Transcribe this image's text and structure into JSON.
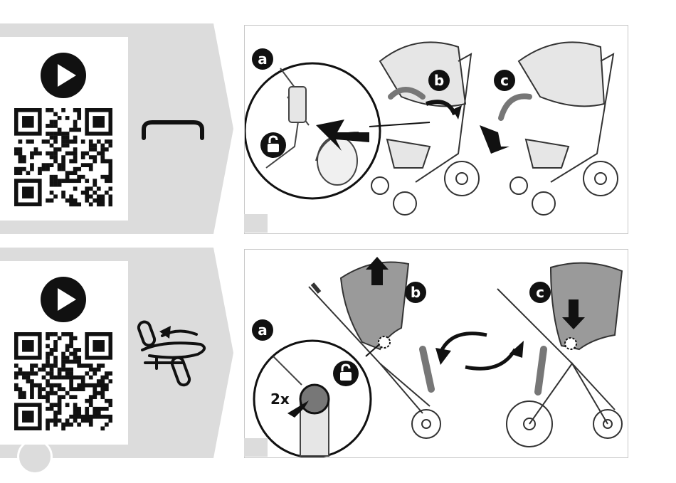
{
  "sections": [
    {
      "id": "canopy-attach",
      "steps": {
        "a": "a",
        "b": "b",
        "c": "c"
      },
      "icons": {
        "symbol": "canopy-arc-icon",
        "lock": "unlock-icon",
        "play": "play-icon",
        "qr": "qr-code-icon"
      }
    },
    {
      "id": "seat-reverse",
      "steps": {
        "a": "a",
        "b": "b",
        "c": "c"
      },
      "press_count": "2x",
      "icons": {
        "symbol": "seat-rotate-icon",
        "lock": "unlock-icon",
        "play": "play-icon",
        "qr": "qr-code-icon"
      }
    }
  ],
  "colors": {
    "band": "#dcdcdc",
    "ink": "#111111",
    "canopy_fill": "#9a9a9a",
    "frame_fill": "#e6e6e6"
  }
}
